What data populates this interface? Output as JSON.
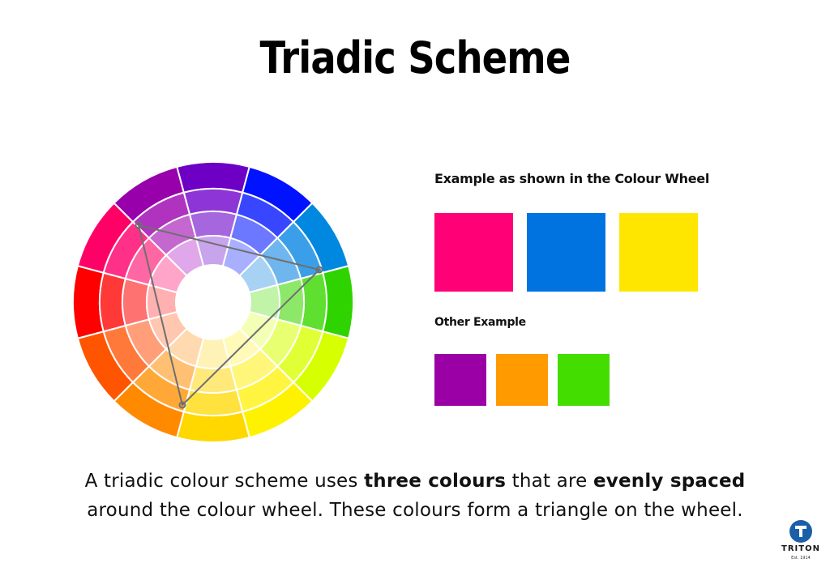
{
  "title": "Triadic Scheme",
  "example_heading": "Example as shown in the Colour Wheel",
  "example_swatches": [
    "#ff0077",
    "#0073e0",
    "#ffe600"
  ],
  "other_heading": "Other Example",
  "other_swatches": [
    "#9b00a6",
    "#ff9a00",
    "#44dd00"
  ],
  "description": {
    "p1": "A triadic colour scheme uses ",
    "b1": "three colours",
    "p2": " that are ",
    "b2": "evenly spaced",
    "p3": "around the colour wheel. These colours form a triangle on the wheel."
  },
  "logo": {
    "name": "TRITON",
    "sub": "Est. 1914"
  },
  "wheel": {
    "segments": 12,
    "rings": [
      [
        "#6d00c4",
        "#0012ff",
        "#0088e0",
        "#2fd400",
        "#d6ff00",
        "#fff200",
        "#ffd800",
        "#ff8a00",
        "#ff5500",
        "#ff0000",
        "#ff0066",
        "#9800ac"
      ],
      [
        "#8d35d6",
        "#3847ff",
        "#3a9fe8",
        "#5fe030",
        "#e0ff35",
        "#fff440",
        "#ffe23d",
        "#ffa838",
        "#ff7a3a",
        "#ff3838",
        "#ff3088",
        "#b033c0"
      ],
      [
        "#a566de",
        "#6c78ff",
        "#6fb6ee",
        "#8de86a",
        "#e9ff72",
        "#fff67a",
        "#ffe97a",
        "#ffc074",
        "#ff9e78",
        "#ff7272",
        "#ff66a4",
        "#c468d0"
      ],
      [
        "#c7a4ec",
        "#a8afff",
        "#a8d2f4",
        "#c1f3a9",
        "#f3ffb5",
        "#fffab7",
        "#fff2b7",
        "#ffd9b0",
        "#ffc6b0",
        "#ffb0b0",
        "#ffa5c9",
        "#e0a8ea"
      ]
    ],
    "triangle_hues": [
      "magenta",
      "blue",
      "yellow"
    ]
  }
}
